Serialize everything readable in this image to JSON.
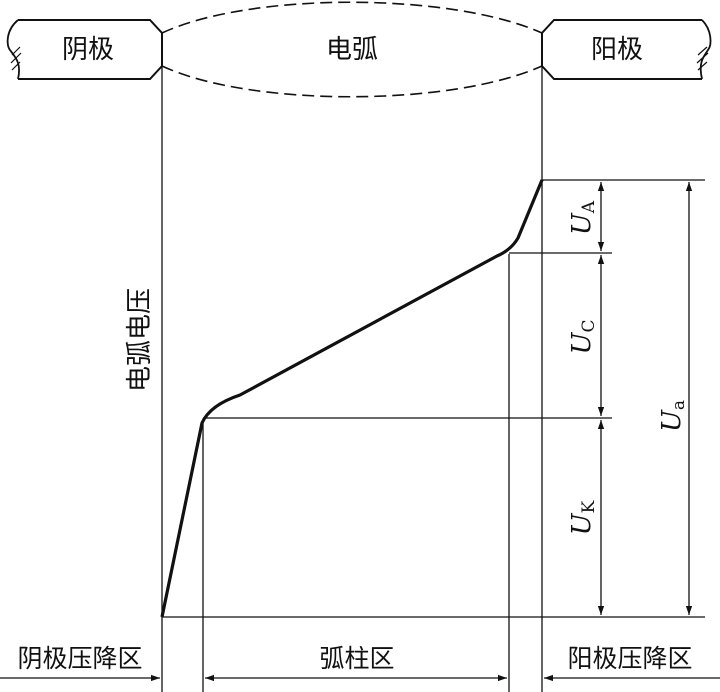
{
  "labels": {
    "cathode": "阴极",
    "arc": "电弧",
    "anode": "阳极",
    "y_axis": "电弧电压",
    "cathode_drop_zone": "阴极压降区",
    "arc_column_zone": "弧柱区",
    "anode_drop_zone": "阳极压降区"
  },
  "voltages": {
    "anode_symbol": "U",
    "anode_sub": "A",
    "column_symbol": "U",
    "column_sub": "C",
    "cathode_symbol": "U",
    "cathode_sub": "K",
    "total_symbol": "U",
    "total_sub": "a"
  }
}
